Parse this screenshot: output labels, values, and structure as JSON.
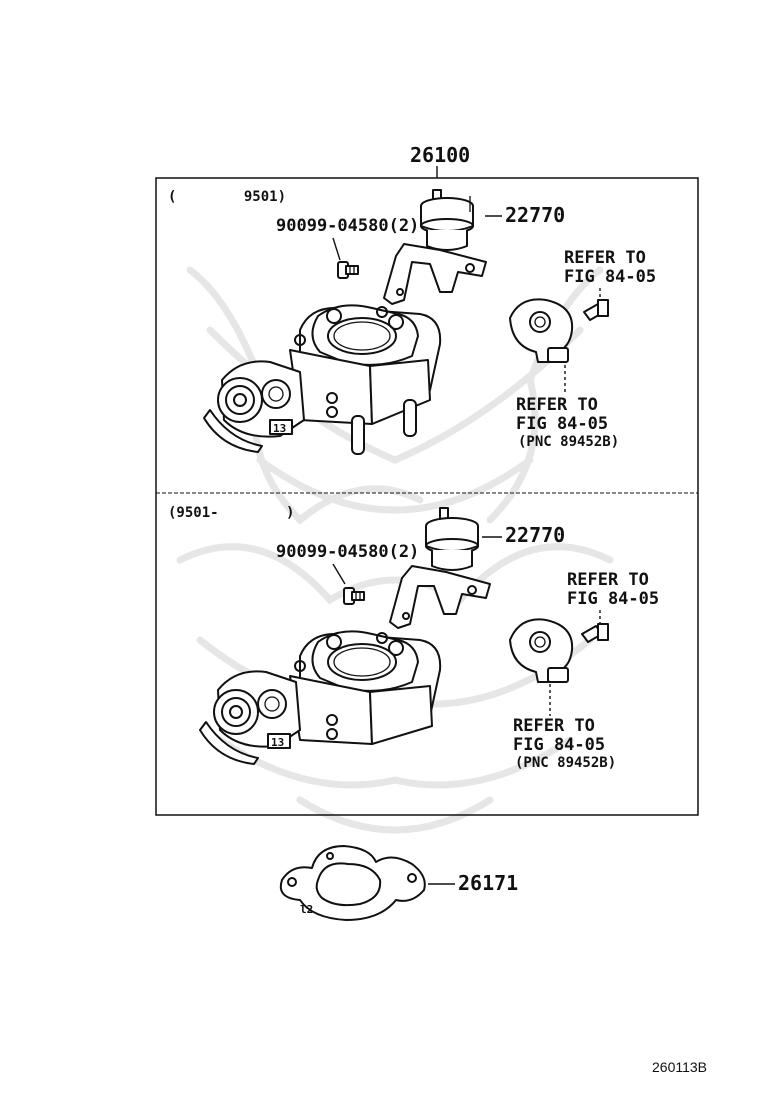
{
  "assembly_part": "26100",
  "upper_panel": {
    "range_label": "(        9501)",
    "bolt_part": "90099-04580(2)",
    "valve_part": "22770",
    "refer_upper_line1": "REFER TO",
    "refer_upper_line2": "FIG 84-05",
    "refer_lower_line1": "REFER TO",
    "refer_lower_line2": "FIG 84-05",
    "refer_lower_pnc": "(PNC 89452B)"
  },
  "lower_panel": {
    "range_label": "(9501-        )",
    "bolt_part": "90099-04580(2)",
    "valve_part": "22770",
    "refer_upper_line1": "REFER TO",
    "refer_upper_line2": "FIG 84-05",
    "refer_lower_line1": "REFER TO",
    "refer_lower_line2": "FIG 84-05",
    "refer_lower_pnc": "(PNC 89452B)"
  },
  "gasket_part": "26171",
  "figure_code": "260113B"
}
